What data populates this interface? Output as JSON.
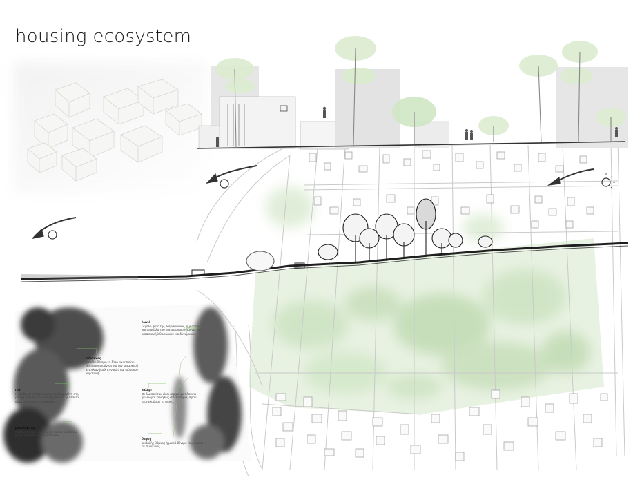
{
  "title": "housing ecosystem",
  "colors": {
    "grass": "#cfe6c4",
    "grass_dark": "#b5d6a6",
    "street_line": "#c9c9c9",
    "building": "#e9e9e9",
    "leader": "#7dc36a",
    "ink": "#1a1a1a"
  },
  "plants": [
    {
      "name": "πλατανος",
      "desc": "μεγάλο δέντρο το ξύλο του οποίου χρησιμοποιούνταν για την κατασκευή επίπλων (κοιλ υπνοκάτι και ισόμοιων ιαμάτων)."
    },
    {
      "name": "ιτιά",
      "desc": "Η κλαδευτή καταφρόνηση υποδιαιρεμένη στη μορφή θάμνου που όταν γιγάντωσε γίνεται το ύψος 3,5 φορές της γρεύτης..."
    },
    {
      "name": "καλάμι",
      "desc": "Οι βλαστοί του είναι άτριχοι με πλούσιο φύλλωμα. Συνήθως στα ποτάμια, αφού αποτελούσαν το νερό..."
    },
    {
      "name": "λωνιά",
      "desc": "μεγάλο φυτό της δοξοσφαιριας, η ρίζα του και τα φύλλα του χρησιμοποιούνται για την κατασκευή λιθοφωλιών και δυναμικών..."
    },
    {
      "name": "μουσλοβήτης",
      "desc": "Οι βλαστοί του είναι άτριχοι και τα φύλλα του χρησιμοποιούνται για φάρμακο..."
    },
    {
      "name": "δαφνη",
      "desc": "αειθαλής θάμνος ή μικρό δέντρο που φύεται σε πυκνώνες."
    }
  ]
}
